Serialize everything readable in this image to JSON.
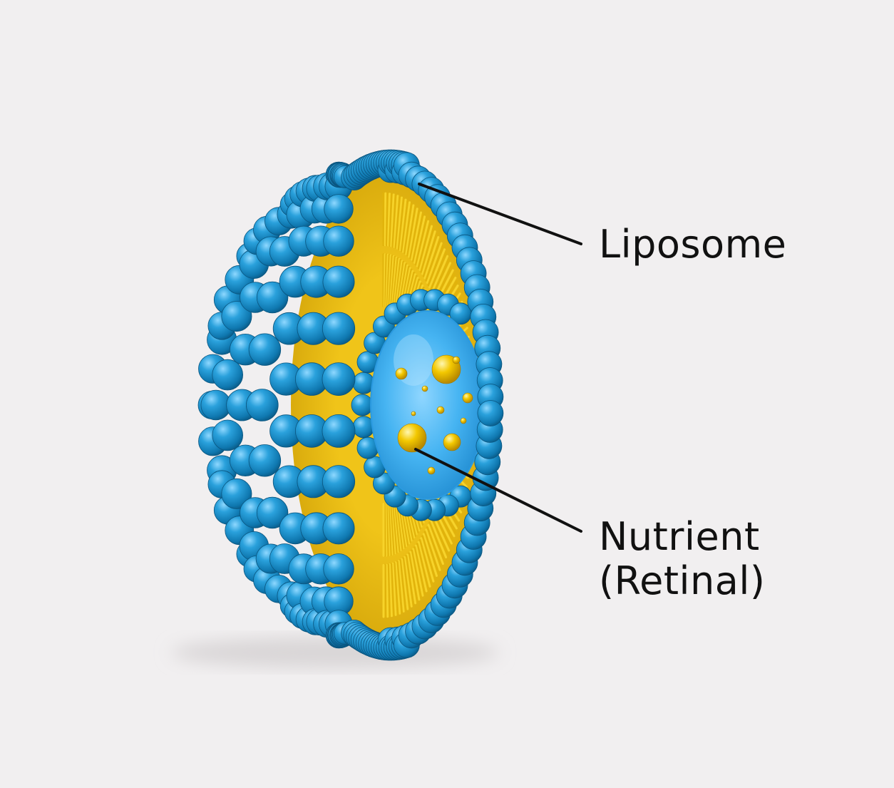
{
  "labels": {
    "liposome": "Liposome",
    "nutrient_line1": "Nutrient",
    "nutrient_line2": "(Retinal)"
  },
  "colors": {
    "background": "#f1eff0",
    "head_sphere": "#1b8fc9",
    "head_sphere_dark": "#0b5f8e",
    "tail": "#f2c619",
    "core": "#38aef0",
    "nutrient_particle": "#f2c400",
    "leader_line": "#111111"
  },
  "icons": {
    "head_group": "phospholipid-head-icon",
    "tail_group": "lipid-tail-icon",
    "nutrient": "retinal-droplet-icon"
  }
}
